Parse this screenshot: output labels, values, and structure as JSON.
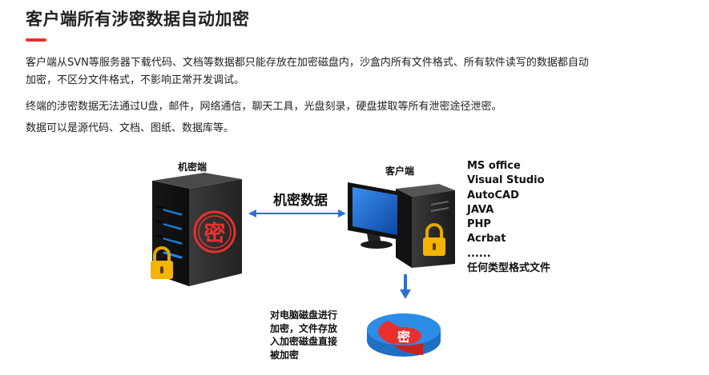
{
  "heading": {
    "title": "客户端所有涉密数据自动加密"
  },
  "description": {
    "line1": "客户端从SVN等服务器下载代码、文档等数据都只能存放在加密磁盘内，沙盒内所有文件格式、所有软件读写的数据都自动",
    "line2": "加密，不区分文件格式，不影响正常开发调试。",
    "line3": "终端的涉密数据无法通过U盘，邮件，网络通信，聊天工具，光盘刻录，硬盘拔取等所有泄密途径泄密。",
    "line4": "数据可以是源代码、文档、图纸、数据库等。"
  },
  "diagram": {
    "server_label": "机密端",
    "client_label": "客户端",
    "flow_label": "机密数据",
    "seal_char": "密",
    "disk_char": "密",
    "software_list": [
      "MS office",
      "Visual Studio",
      "AutoCAD",
      "JAVA",
      "PHP",
      "Acrbat",
      "......",
      "任何类型格式文件"
    ],
    "disk_text": [
      "对电脑磁盘进行",
      "加密，文件存放",
      "入加密磁盘直接",
      "被加密"
    ],
    "icons": [
      "server-icon",
      "desktop-computer-icon",
      "padlock-icon",
      "encrypted-disk-icon",
      "double-arrow-icon",
      "down-arrow-icon"
    ],
    "colors": {
      "accent_red": "#e8312f",
      "server_dark": "#2b2b2b",
      "led_blue": "#1e88e5",
      "screen_blue": "#1565c0",
      "lock_gold": "#f5b400",
      "arrow_blue": "#2f6fd6",
      "disk_blue": "#2d8ce6",
      "disk_red": "#e8312f"
    }
  }
}
